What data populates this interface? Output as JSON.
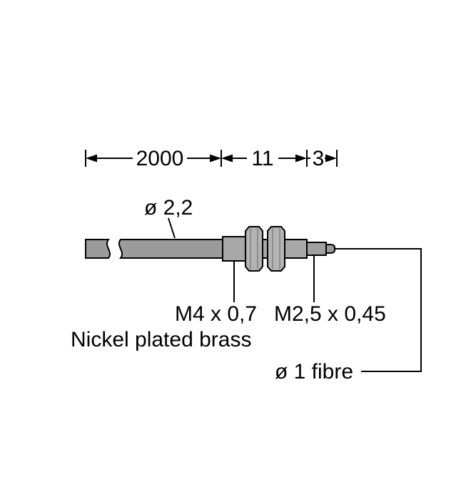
{
  "dimensions": {
    "cable_length": "2000",
    "housing_length": "11",
    "tip_length": "3"
  },
  "labels": {
    "cable_diameter": "ø 2,2",
    "housing_thread": "M4 x 0,7",
    "material": "Nickel plated brass",
    "tip_thread": "M2,5 x 0,45",
    "fibre_diameter": "ø 1 fibre"
  },
  "colors": {
    "background": "#ffffff",
    "outline": "#000000",
    "cable_fill": "#9b9b9b",
    "housing_fill": "#a8a8a8",
    "nut_fill": "#b4b4b4",
    "tip_fill": "#a0a0a0"
  }
}
